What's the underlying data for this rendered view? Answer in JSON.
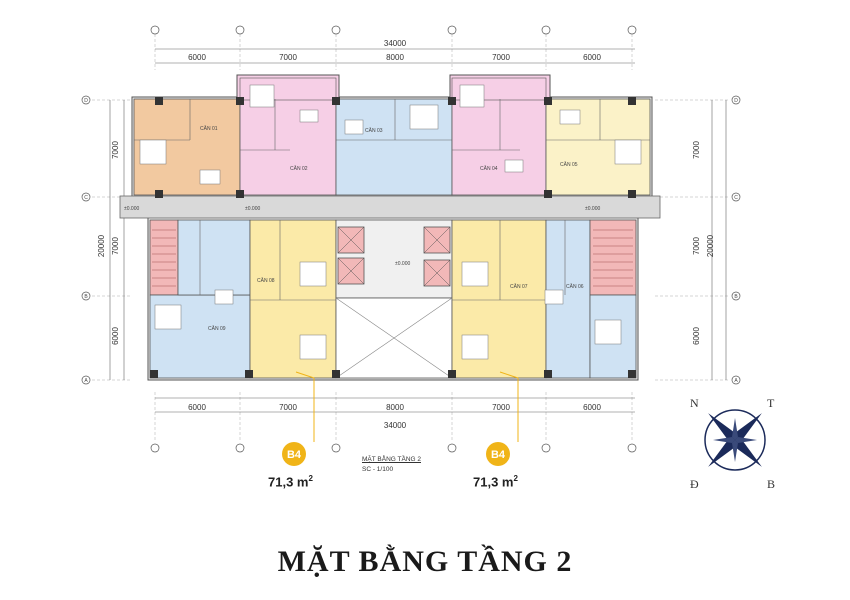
{
  "plan": {
    "overall_top": "34000",
    "overall_bottom": "34000",
    "spans_top": [
      "6000",
      "7000",
      "8000",
      "7000",
      "6000"
    ],
    "spans_bottom": [
      "6000",
      "7000",
      "8000",
      "7000",
      "6000"
    ],
    "left_rows": [
      "7000",
      "7000",
      "6000"
    ],
    "left_total": "20000",
    "right_rows": [
      "7000",
      "7000",
      "6000"
    ],
    "right_total": "20000",
    "row_axes": [
      "D",
      "C",
      "B",
      "A"
    ],
    "apartments": [
      {
        "label": "CĂN 01",
        "color": "#f2c9a0"
      },
      {
        "label": "CĂN 02",
        "color": "#f6cfe6"
      },
      {
        "label": "CĂN 03",
        "color": "#cfe2f3"
      },
      {
        "label": "CĂN 04",
        "color": "#f6cfe6"
      },
      {
        "label": "CĂN 05",
        "color": "#fbf2c8"
      },
      {
        "label": "CĂN 06",
        "color": "#cfe2f3"
      },
      {
        "label": "CĂN 07",
        "color": "#fbeaa8"
      },
      {
        "label": "CĂN 08",
        "color": "#fbeaa8"
      },
      {
        "label": "CĂN 09",
        "color": "#cfe2f3"
      }
    ],
    "level_marks": [
      "±0.000",
      "±0.000",
      "±0.000",
      "±0.000"
    ]
  },
  "badges": [
    {
      "code": "B4",
      "area": "71,3 m",
      "unit_sup": "2"
    },
    {
      "code": "B4",
      "area": "71,3 m",
      "unit_sup": "2"
    }
  ],
  "caption": {
    "title": "MẶT BẰNG TẦNG 2",
    "scale": "SC - 1/100"
  },
  "compass": {
    "north": "N",
    "east": "T",
    "south": "B",
    "west": "Đ"
  },
  "page_title": "MẶT BẰNG TẦNG 2",
  "colors": {
    "wall": "#555555",
    "corridor": "#d9d9d9",
    "stair": "#f2b8b8",
    "badge": "#f0b418",
    "compass": "#1b2a5a"
  }
}
